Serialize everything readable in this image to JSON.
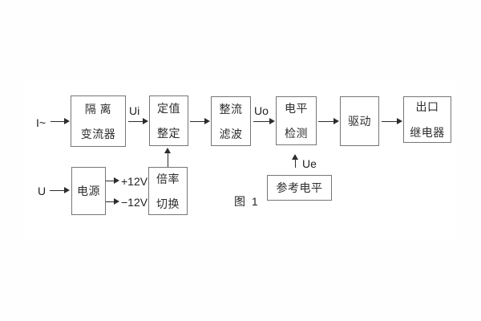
{
  "colors": {
    "background": "#fefefe",
    "box_border": "#767676",
    "line": "#2d2d2d",
    "text": "#2d2d2d"
  },
  "figure": {
    "caption": "图 1",
    "inputs": {
      "current": "I~",
      "voltage": "U"
    },
    "signal_labels": {
      "ui": "Ui",
      "uo": "Uo",
      "ue": "Ue",
      "plus_rail": "+12V",
      "minus_rail": "−12V"
    },
    "blocks": {
      "isolation": {
        "line1": "隔 离",
        "line2": "变流器"
      },
      "setting": {
        "line1": "定值",
        "line2": "整定"
      },
      "rectify": {
        "line1": "整流",
        "line2": "滤波"
      },
      "level": {
        "line1": "电平",
        "line2": "检测"
      },
      "drive": {
        "line1": "驱动"
      },
      "relay": {
        "line1": "出口",
        "line2": "继电器"
      },
      "power": {
        "line1": "电源"
      },
      "ratio": {
        "line1": "倍率",
        "line2": "切换"
      },
      "reference": {
        "line1": "参考电平"
      }
    }
  }
}
